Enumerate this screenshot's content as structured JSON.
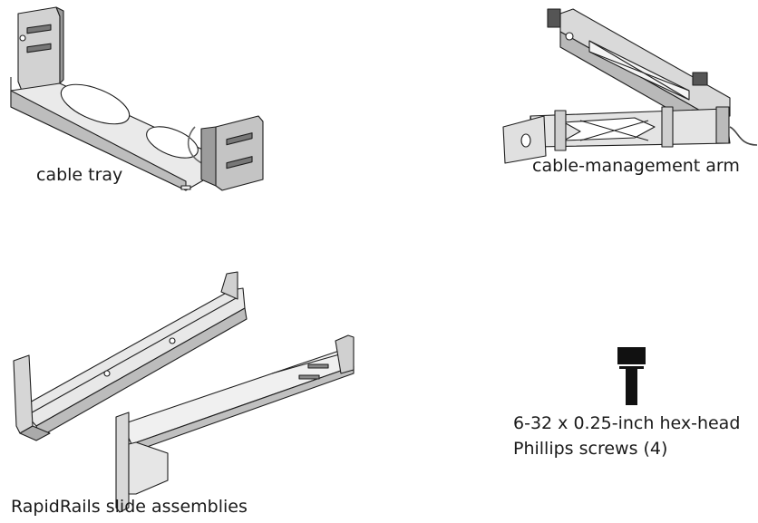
{
  "labels": {
    "cable_tray": "cable tray",
    "cable_management_arm": "cable-management arm",
    "rapidrails": "RapidRails slide assemblies",
    "screws_line1": "6-32 x 0.25-inch hex-head",
    "screws_line2": "Phillips screws (4)"
  },
  "colors": {
    "metal_light": "#e6e6e6",
    "metal_mid": "#c9c9c9",
    "metal_dark": "#8a8a8a",
    "outline": "#1e1e1e",
    "screw": "#111111"
  }
}
